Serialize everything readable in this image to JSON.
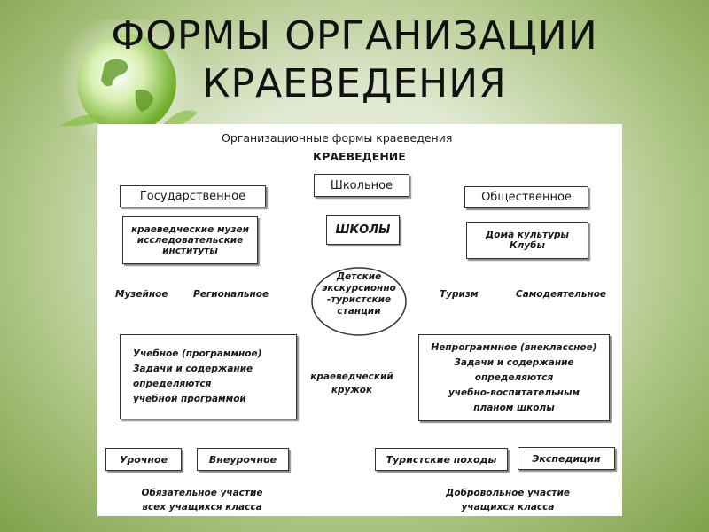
{
  "slide": {
    "title_line1": "ФОРМЫ ОРГАНИЗАЦИИ",
    "title_line2": "КРАЕВЕДЕНИЯ"
  },
  "diagram": {
    "header": "Организационные формы краеведения",
    "subheader": "КРАЕВЕДЕНИЕ",
    "state": "Государственное",
    "school": "Школьное",
    "public": "Общественное",
    "state_orgs_line1": "краеведческие музеи",
    "state_orgs_line2": "исследовательские",
    "state_orgs_line3": "институты",
    "schools": "ШКОЛЫ",
    "public_orgs_line1": "Дома культуры",
    "public_orgs_line2": "Клубы",
    "museum": "Музейное",
    "regional": "Региональное",
    "stations_line1": "Детские",
    "stations_line2": "экскурсионно",
    "stations_line3": "-туристские",
    "stations_line4": "станции",
    "tourism": "Туризм",
    "amateur": "Самодеятельное",
    "curricular_line1": "Учебное (программное)",
    "curricular_line2": "Задачи и содержание",
    "curricular_line3": "определяются",
    "curricular_line4": "учебной программой",
    "circle_line1": "краеведческий",
    "circle_line2": "кружок",
    "extracurr_line1": "Непрограммное (внеклассное)",
    "extracurr_line2": "Задачи и содержание",
    "extracurr_line3": "определяются",
    "extracurr_line4": "учебно-воспитательным",
    "extracurr_line5": "планом школы",
    "lesson": "Урочное",
    "out_of_lesson": "Внеурочное",
    "hikes": "Туристские походы",
    "expeditions": "Экспедиции",
    "mandatory_line1": "Обязательное участие",
    "mandatory_line2": "всех учащихся класса",
    "voluntary_line1": "Добровольное участие",
    "voluntary_line2": "учащихся класса"
  },
  "colors": {
    "accent_green": "#7ea24c",
    "panel_bg": "#ffffff"
  },
  "icons": {
    "globe": "globe-icon"
  }
}
